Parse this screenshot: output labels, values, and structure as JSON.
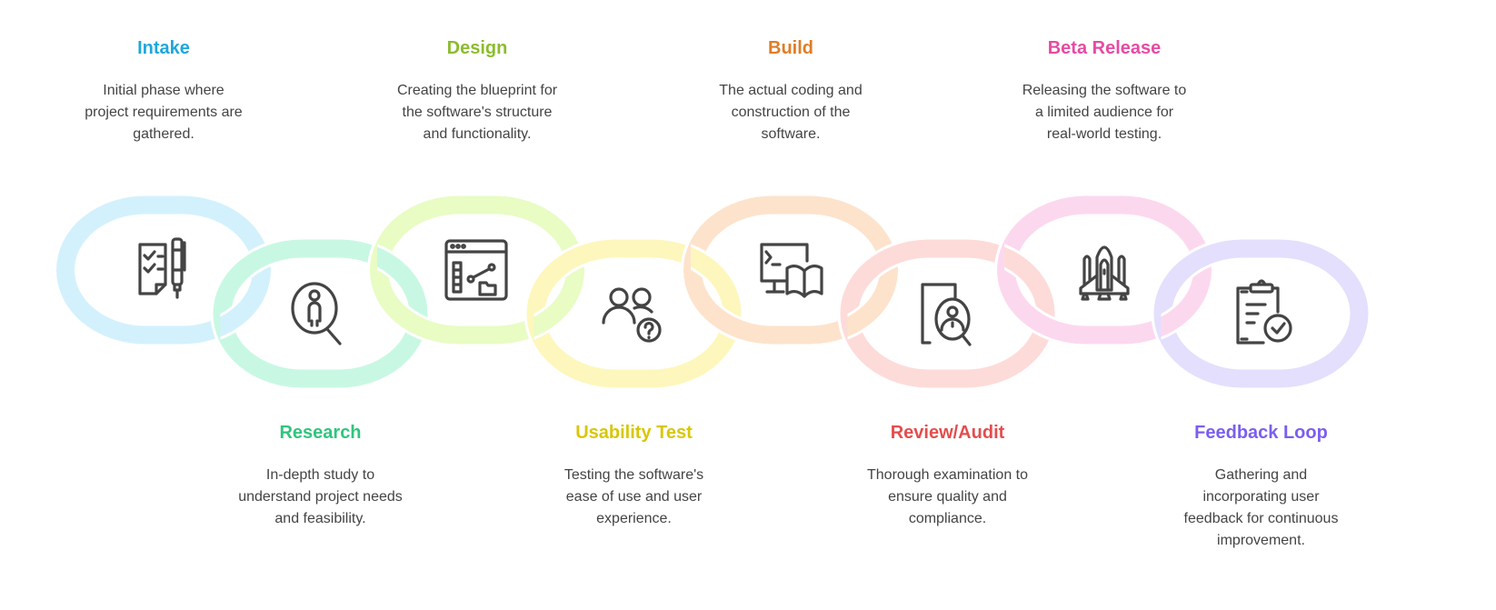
{
  "steps": [
    {
      "title": "Intake",
      "color": "#1ea7db",
      "link_color": "#d3f1fc",
      "icon": "checklist-pen-icon",
      "desc": [
        "Initial phase where",
        "project requirements are",
        "gathered."
      ]
    },
    {
      "title": "Research",
      "color": "#2fc57e",
      "link_color": "#c8f8e3",
      "icon": "person-search-icon",
      "desc": [
        "In-depth study to",
        "understand project needs",
        "and feasibility."
      ]
    },
    {
      "title": "Design",
      "color": "#8cbc2e",
      "link_color": "#e8fcc4",
      "icon": "browser-design-icon",
      "desc": [
        "Creating the blueprint for",
        "the software's structure",
        "and functionality."
      ]
    },
    {
      "title": "Usability Test",
      "color": "#d8c706",
      "link_color": "#fdf7bd",
      "icon": "users-question-icon",
      "desc": [
        "Testing the software's",
        "ease of use and user",
        "experience."
      ]
    },
    {
      "title": "Build",
      "color": "#e07d26",
      "link_color": "#fde3cc",
      "icon": "computer-book-icon",
      "desc": [
        "The actual coding and",
        "construction of the",
        "software."
      ]
    },
    {
      "title": "Review/Audit",
      "color": "#e44d4d",
      "link_color": "#fddbd9",
      "icon": "document-search-icon",
      "desc": [
        "Thorough examination to",
        "ensure quality and",
        "compliance."
      ]
    },
    {
      "title": "Beta Release",
      "color": "#e64ba3",
      "link_color": "#fcd8ef",
      "icon": "space-shuttle-icon",
      "desc": [
        "Releasing the software to",
        "a limited audience for",
        "real-world testing."
      ]
    },
    {
      "title": "Feedback Loop",
      "color": "#7b5ef0",
      "link_color": "#e4dffd",
      "icon": "clipboard-check-icon",
      "desc": [
        "Gathering and",
        "incorporating user",
        "feedback for continuous",
        "improvement."
      ]
    }
  ]
}
